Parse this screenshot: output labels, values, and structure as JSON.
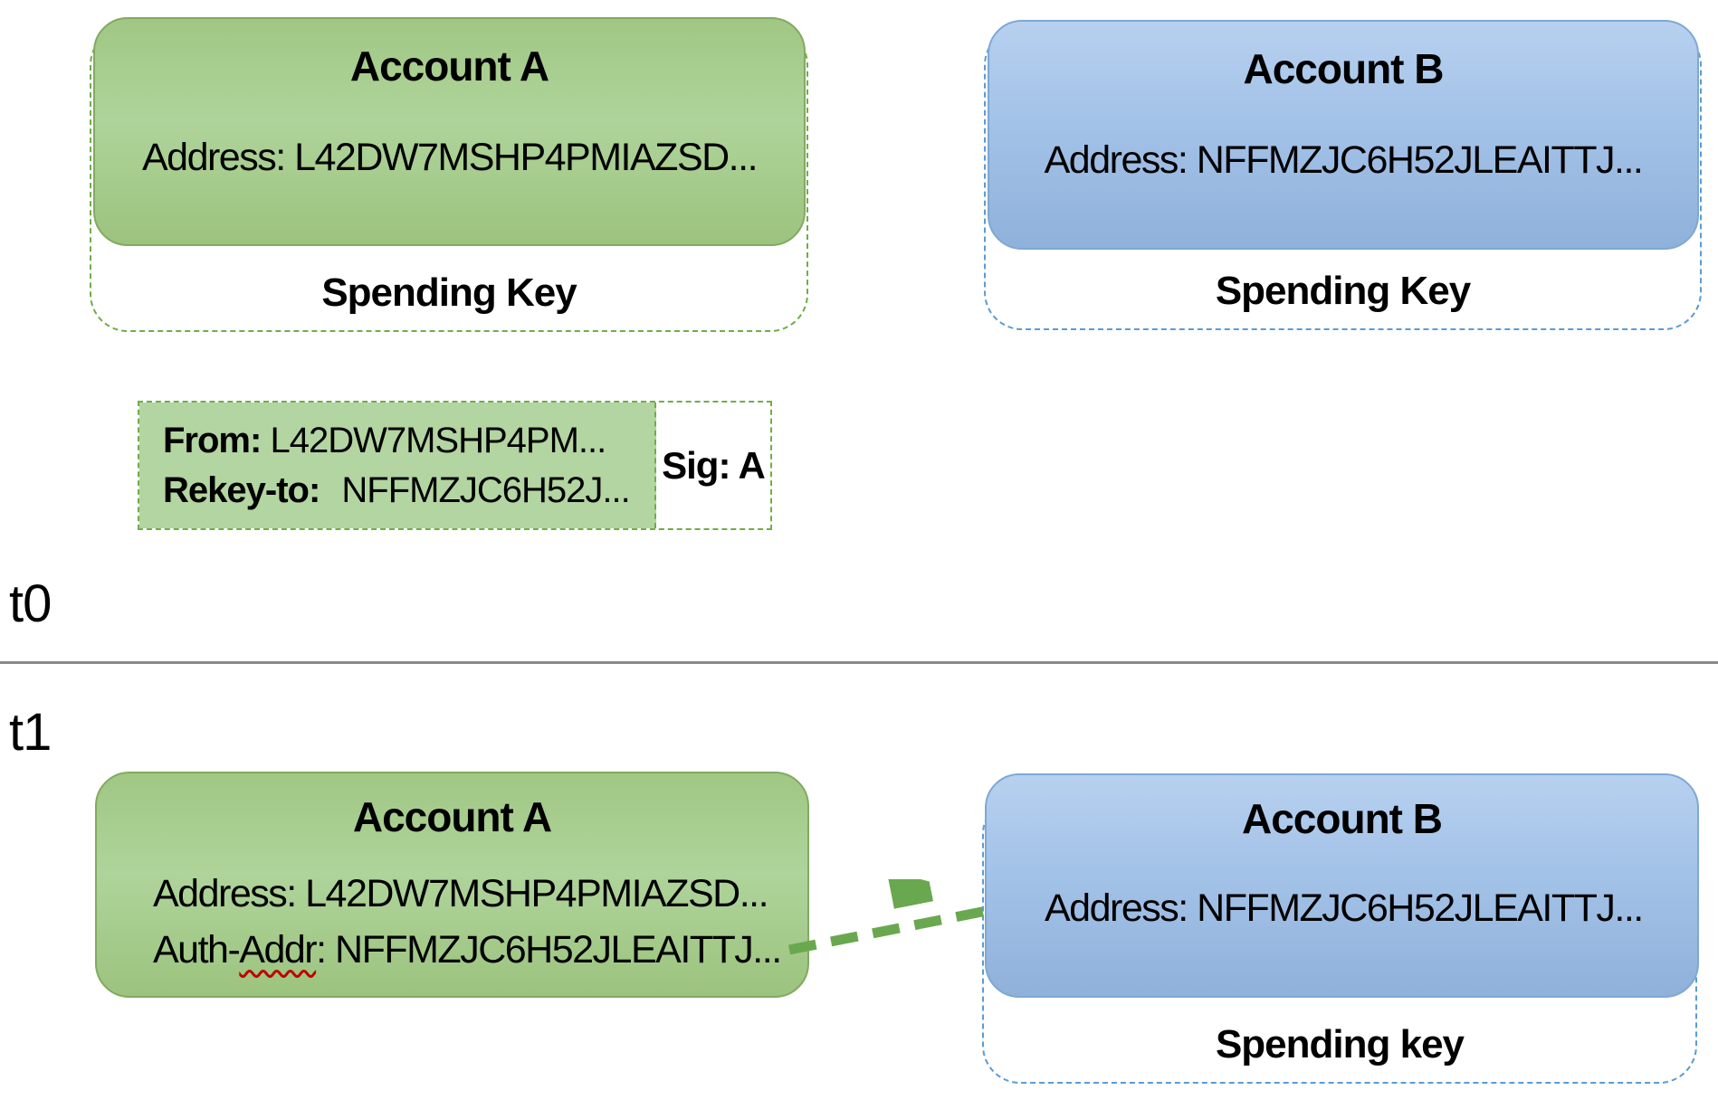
{
  "colors": {
    "green_fill": "#a9cf90",
    "green_stroke": "#70ad47",
    "blue_fill": "#9dbfe7",
    "blue_stroke": "#5b9bd5",
    "arrow_green": "#6aa84f",
    "divider_gray": "#8a8a8a",
    "squiggle_red": "#c00000"
  },
  "t0": {
    "label": "t0",
    "account_a": {
      "title": "Account A",
      "address_line": "Address: L42DW7MSHP4PMIAZSD...",
      "key_label": "Spending Key"
    },
    "account_b": {
      "title": "Account B",
      "address_line": "Address: NFFMZJC6H52JLEAITTJ...",
      "key_label": "Spending Key"
    },
    "transaction": {
      "from_label": "From:",
      "from_value": "L42DW7MSHP4PM...",
      "rekey_label": "Rekey-to:",
      "rekey_value": "NFFMZJC6H52J...",
      "sig_label": "Sig: A"
    }
  },
  "t1": {
    "label": "t1",
    "account_a": {
      "title": "Account A",
      "address_line": "Address: L42DW7MSHP4PMIAZSD...",
      "auth_line_prefix": "Auth-",
      "auth_line_misspelled": "Addr",
      "auth_line_rest": ": NFFMZJC6H52JLEAITTJ..."
    },
    "account_b": {
      "title": "Account B",
      "address_line": "Address: NFFMZJC6H52JLEAITTJ...",
      "key_label": "Spending key"
    }
  }
}
